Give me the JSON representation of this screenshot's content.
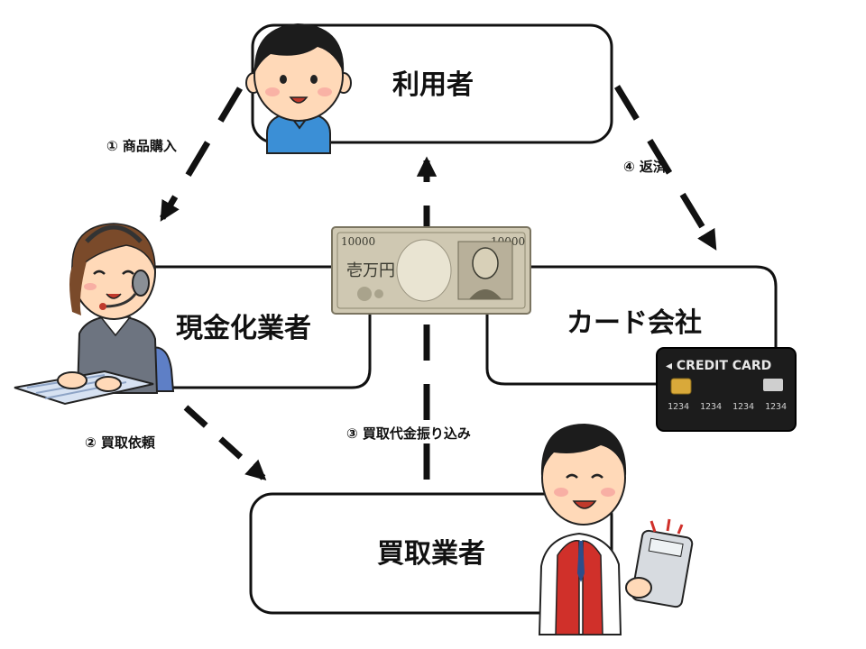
{
  "nodes": {
    "user": {
      "label": "利用者"
    },
    "cash_vendor": {
      "label": "現金化業者"
    },
    "card_company": {
      "label": "カード会社"
    },
    "buyer": {
      "label": "買取業者"
    }
  },
  "edges": {
    "purchase": {
      "label": "① 商品購入"
    },
    "buy_request": {
      "label": "② 買取依頼"
    },
    "transfer": {
      "label": "③ 買取代金振り込み"
    },
    "repay": {
      "label": "④ 返済"
    }
  },
  "banknote": {
    "denomination": "10000",
    "kanji": "壱万円"
  },
  "credit_card": {
    "title": "◂ CREDIT CARD",
    "number_group": "1234"
  },
  "colors": {
    "stroke": "#111111",
    "fill": "#ffffff",
    "card": "#1c1c1c",
    "bill": "#cfc8b2"
  }
}
